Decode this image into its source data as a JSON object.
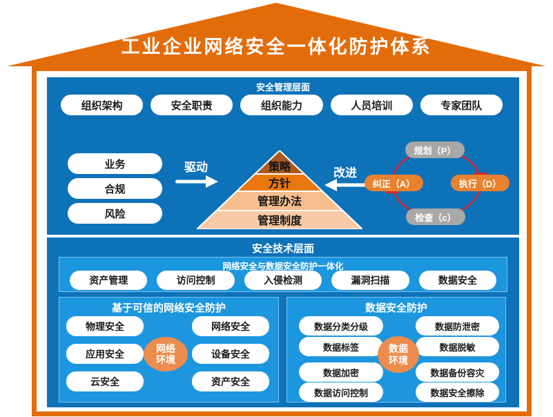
{
  "title": "工业企业网络安全一体化防护体系",
  "management": {
    "header": "安全管理层面",
    "top_pills": [
      "组织架构",
      "安全职责",
      "组织能力",
      "人员培训",
      "专家团队"
    ],
    "driver_pills": [
      "业务",
      "合规",
      "风险"
    ],
    "drive_label": "驱动",
    "improve_label": "改进",
    "pyramid": [
      "策略",
      "方针",
      "管理办法",
      "管理制度"
    ],
    "pdca": {
      "plan": "规划（P）",
      "do": "执行（D）",
      "check": "检查（c）",
      "act": "纠正（A）"
    }
  },
  "technology": {
    "header": "安全技术层面",
    "integration": {
      "header": "网络安全与数据安全防护一体化",
      "pills": [
        "资产管理",
        "访问控制",
        "入侵检测",
        "漏洞扫描",
        "数据安全"
      ]
    },
    "network": {
      "title": "基于可信的网络安全防护",
      "left": [
        "物理安全",
        "应用安全",
        "云安全"
      ],
      "right": [
        "网络安全",
        "设备安全",
        "资产安全"
      ],
      "center": "网络环境"
    },
    "data": {
      "title": "数据安全防护",
      "left": [
        "数据分类分级",
        "数据标签",
        "数据加密",
        "数据访问控制"
      ],
      "right": [
        "数据防泄密",
        "数据脱敏",
        "数据备份容灾",
        "数据安全擦除"
      ],
      "center": "数据环境"
    }
  },
  "colors": {
    "roof_orange": "#E36C0A",
    "panel_blue": "#0E72B9",
    "inner_blue": "#1C96DF",
    "pdca_gray": "#A8A8A8",
    "pdca_orange": "#E8822E",
    "env_orange": "#EC8D4D",
    "arrow_red": "#D9252B",
    "pyramid_layers": [
      "#A85A20",
      "#E8770E",
      "#F6BE8D",
      "#F8CBA6"
    ]
  }
}
